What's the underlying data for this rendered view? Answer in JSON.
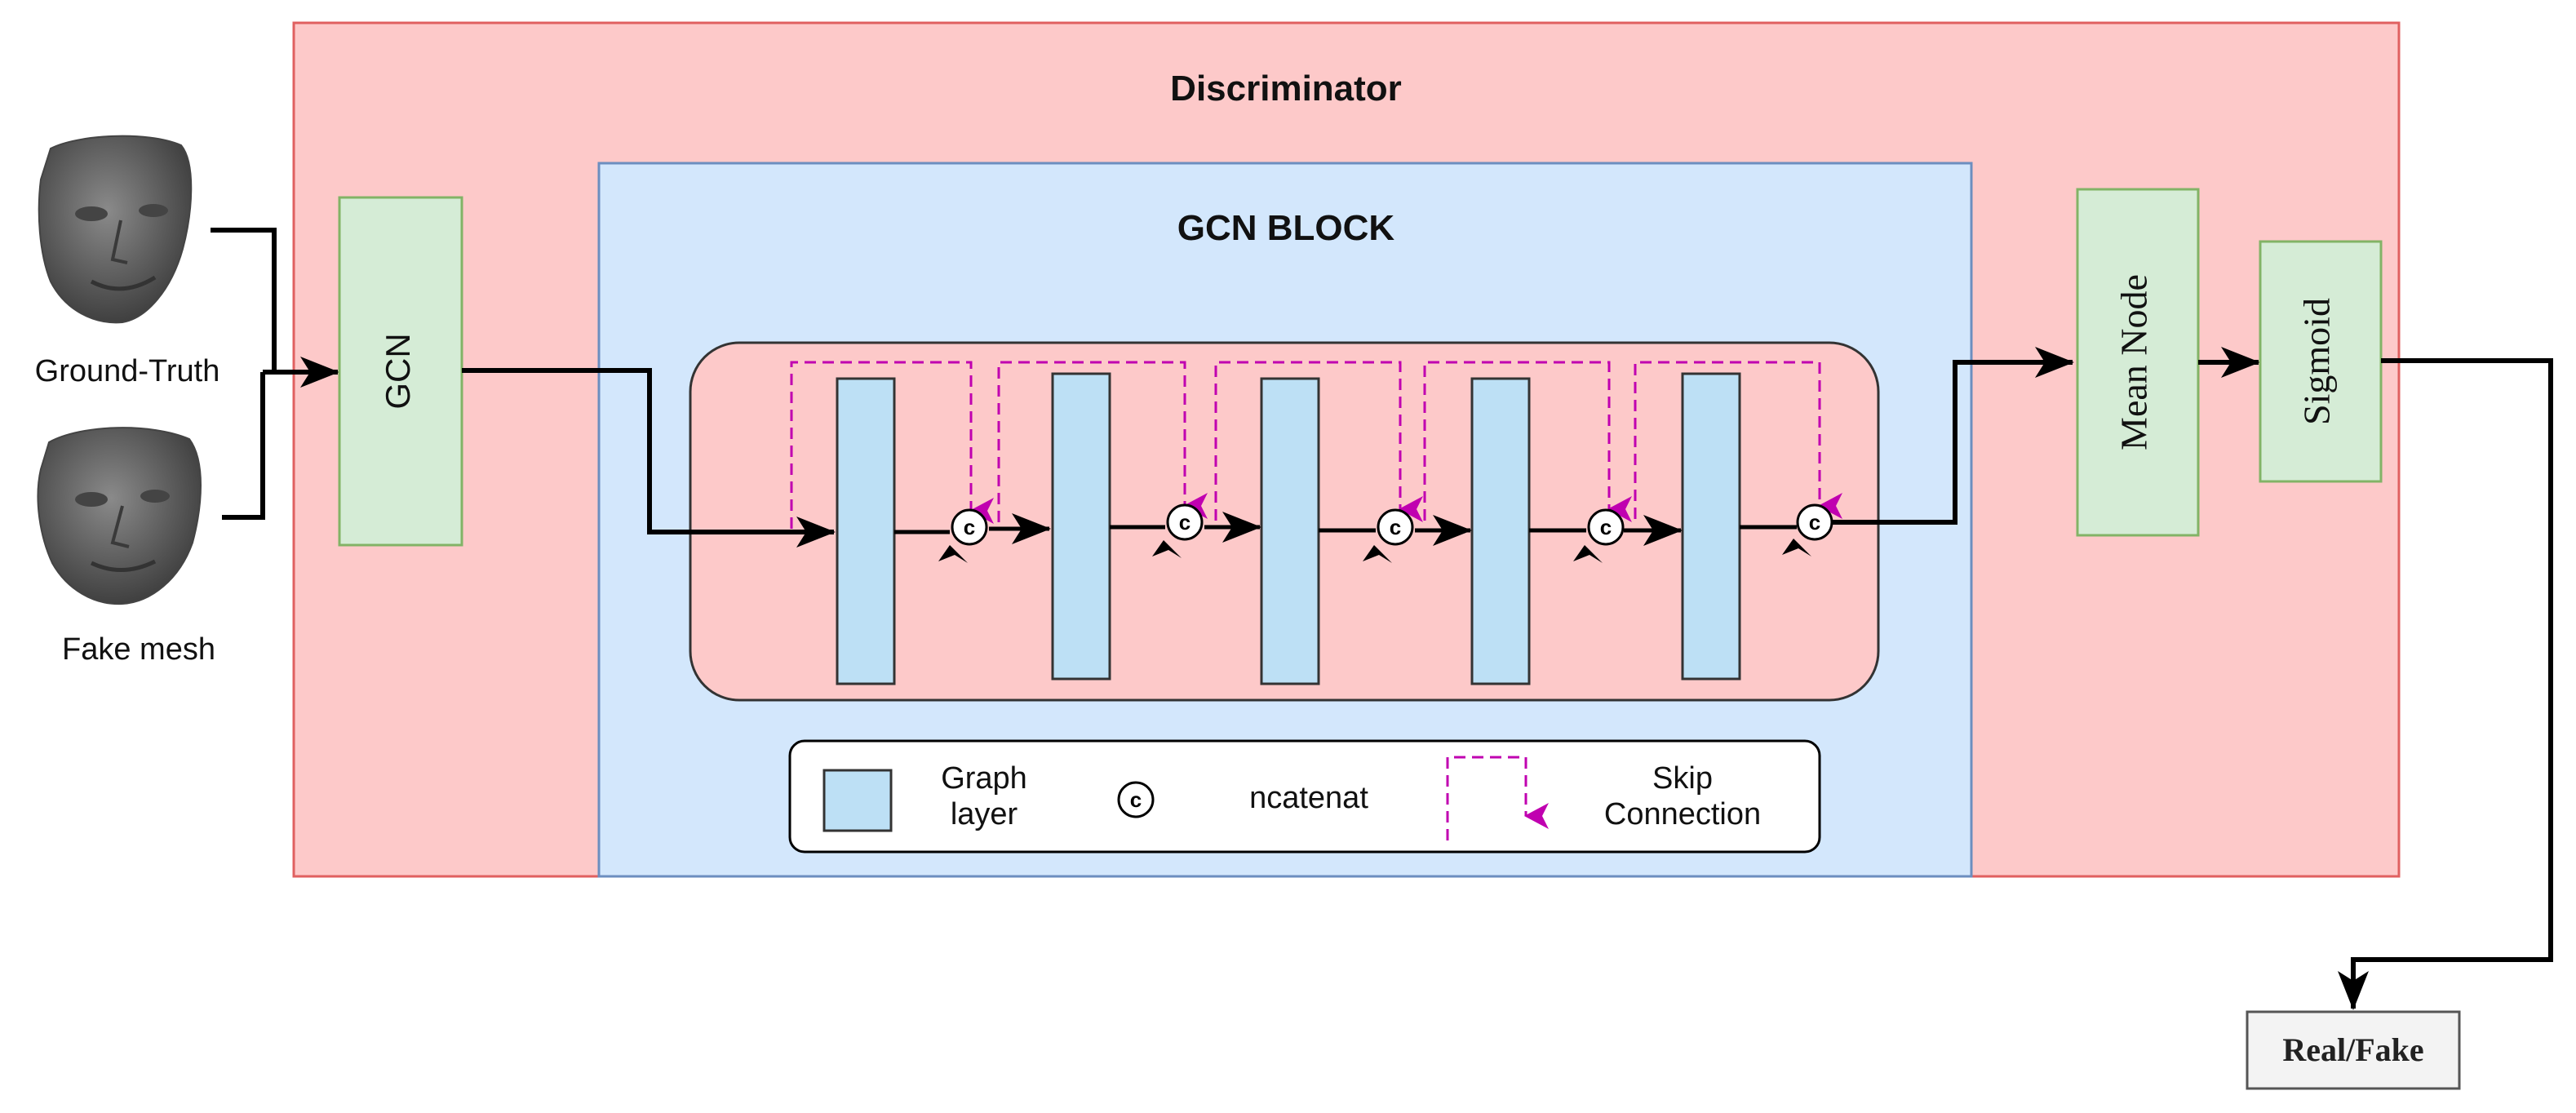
{
  "discriminator": {
    "title": "Discriminator"
  },
  "inputs": {
    "ground_truth_label": "Ground-Truth",
    "fake_label": "Fake mesh"
  },
  "gcn": {
    "label": "GCN"
  },
  "gcn_block": {
    "title": "GCN BLOCK",
    "concat_symbol": "c"
  },
  "legend": {
    "graph_layer_line1": "Graph",
    "graph_layer_line2": "layer",
    "concat_symbol": "c",
    "concat_label": "ncatenat",
    "skip_line1": "Skip",
    "skip_line2": "Connection"
  },
  "mean_node": {
    "label": "Mean Node"
  },
  "sigmoid": {
    "label": "Sigmoid"
  },
  "output": {
    "label": "Real/Fake"
  },
  "colors": {
    "discriminator_fill": "#fdc9c9",
    "discriminator_stroke": "#e06060",
    "gcn_block_fill": "#d3e7fc",
    "gcn_block_stroke": "#6c8ebf",
    "green_fill": "#d5ecd6",
    "green_stroke": "#82b366",
    "graph_layer_fill": "#bde0f5",
    "skip_color": "#c000b0",
    "face_color": "#555555"
  }
}
